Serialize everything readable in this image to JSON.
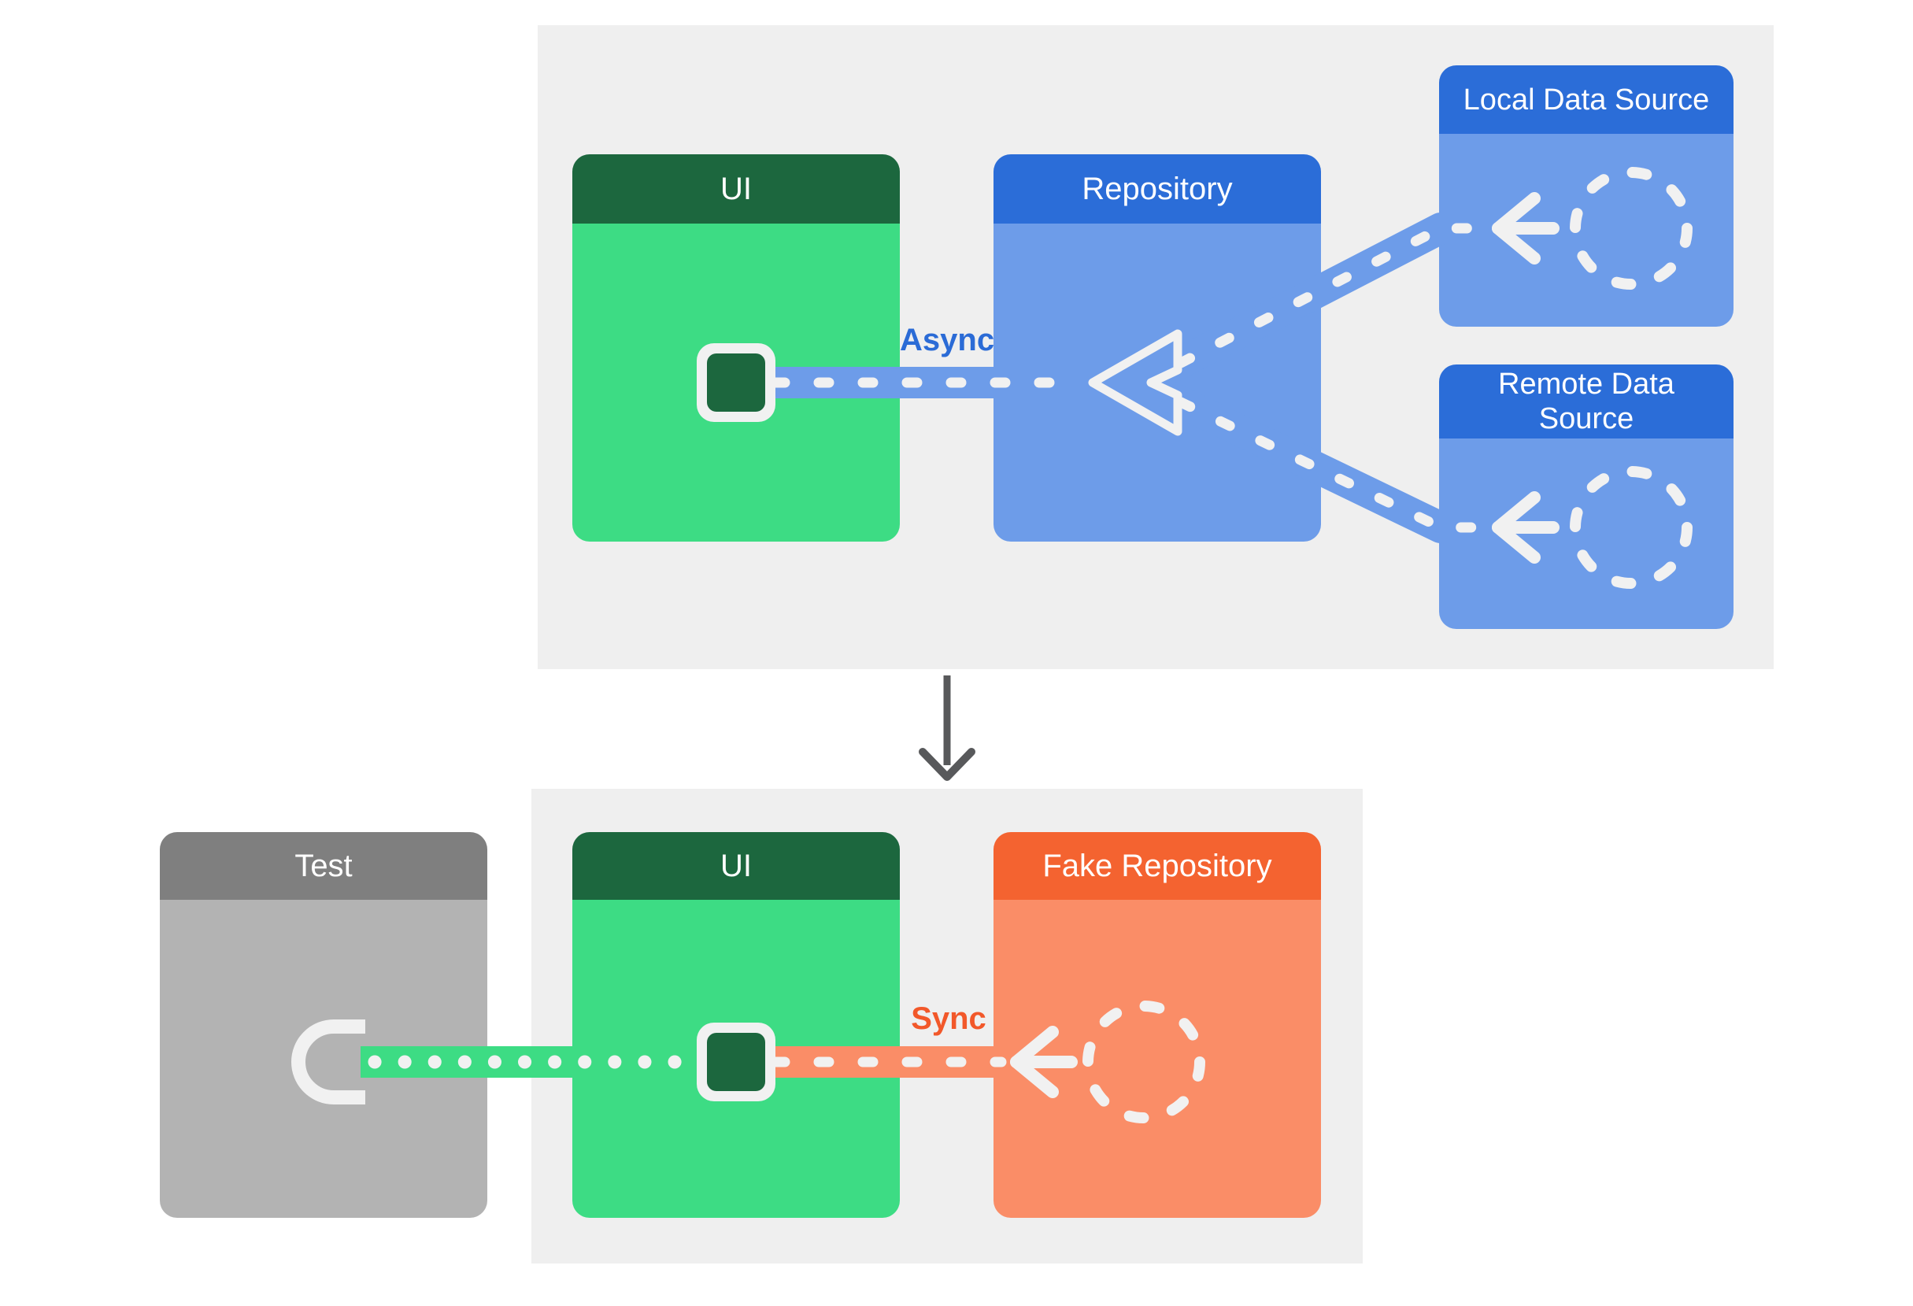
{
  "colors": {
    "page_background": "#ffffff",
    "panel_background": "#efefef",
    "android_green": "#3ddc84",
    "dark_green": "#1c673e",
    "blue_header": "#2b6dd8",
    "light_blue": "#6d9ce9",
    "orange_header": "#f46330",
    "salmon": "#fa8d67",
    "gray_header": "#7f7f7f",
    "gray_body": "#b3b3b3",
    "white_stroke": "#f1f1f1",
    "async_label_color": "#2b6bd6",
    "sync_label_color": "#f2582a",
    "transition_arrow_color": "#58595b"
  },
  "production_diagram": {
    "ui_card": {
      "title": "UI"
    },
    "repository_card": {
      "title": "Repository"
    },
    "local_data_source_card": {
      "title": "Local Data Source"
    },
    "remote_data_source_card": {
      "title": "Remote Data Source"
    },
    "async_label": "Async"
  },
  "test_diagram": {
    "test_card": {
      "title": "Test"
    },
    "ui_card": {
      "title": "UI"
    },
    "fake_repository_card": {
      "title": "Fake Repository"
    },
    "sync_label": "Sync"
  },
  "icons": {
    "ui_component_icon": "rounded-square",
    "data_source_icon": "dashed-circle",
    "fake_data_source_icon": "dashed-circle",
    "repository_collector_icon": "notched-triangle-outline",
    "flow_arrow_icon": "arrow-left",
    "test_socket_icon": "semicircle-socket",
    "transition_arrow_icon": "arrow-down"
  }
}
